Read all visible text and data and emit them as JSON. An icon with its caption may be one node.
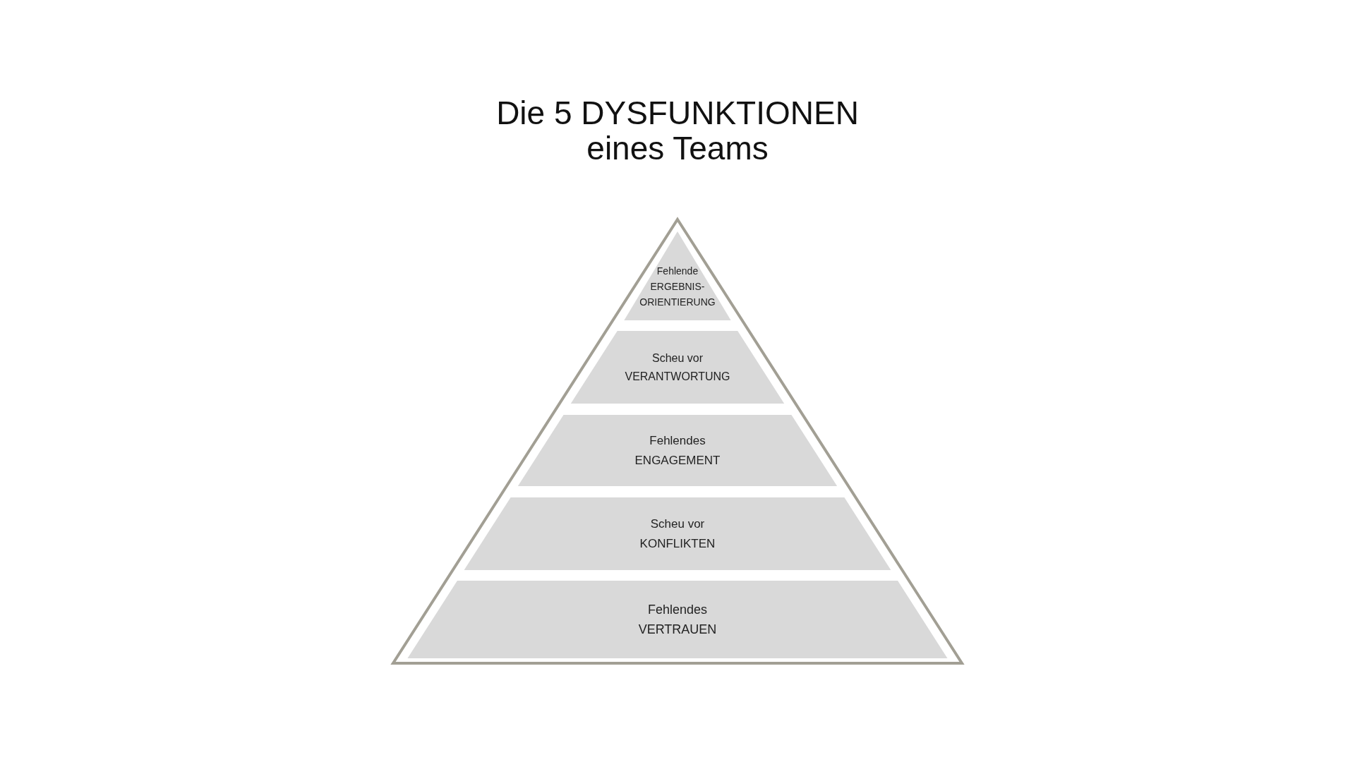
{
  "diagram": {
    "title": "Die 5 DYSFUNKTIONEN eines Teams",
    "nodes": [
      {
        "text": [
          "Fehlende",
          "ERGEBNIS-ORIENTIERUNG"
        ]
      },
      {
        "text": [
          "Scheu vor",
          "VERANTWORTUNG"
        ]
      },
      {
        "text": [
          "Fehlendes",
          "ENGAGEMENT"
        ]
      },
      {
        "text": [
          "Scheu vor",
          "KONFLIKTEN"
        ]
      },
      {
        "text": [
          "Fehlendes",
          "VERTRAUEN"
        ]
      }
    ]
  }
}
